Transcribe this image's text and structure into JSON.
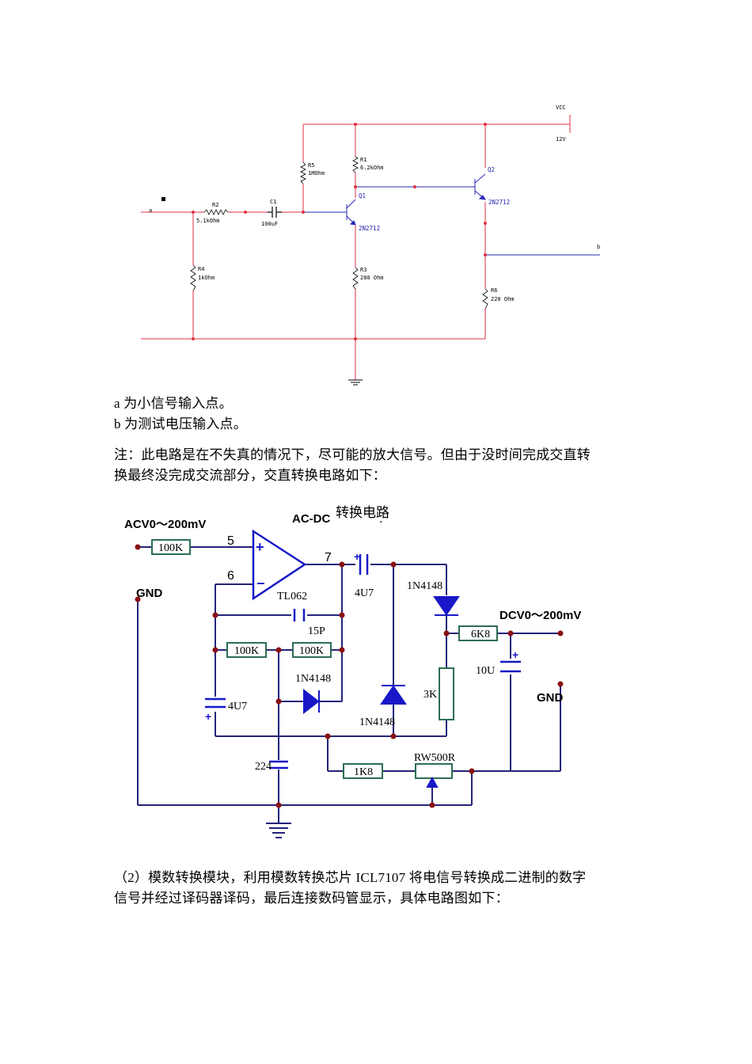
{
  "amplifier_schematic": {
    "nodes": {
      "a": "a",
      "b": "b"
    },
    "vcc": {
      "label": "VCC",
      "value": "12V"
    },
    "components": {
      "r5": {
        "ref": "R5",
        "value": "1MOhm"
      },
      "r1": {
        "ref": "R1",
        "value": "6.2kOhm"
      },
      "r2": {
        "ref": "R2",
        "value": "5.1kOhm"
      },
      "c1": {
        "ref": "C1",
        "value": "100uF"
      },
      "r4": {
        "ref": "R4",
        "value": "1kOhm"
      },
      "r3": {
        "ref": "R3",
        "value": "280 Ohm"
      },
      "r6": {
        "ref": "R6",
        "value": "220 Ohm"
      },
      "q1": {
        "ref": "Q1",
        "value": "2N2712"
      },
      "q2": {
        "ref": "Q2",
        "value": "2N2712"
      }
    },
    "colors": {
      "wire": "#e03040",
      "part": "#2828b8"
    }
  },
  "text": {
    "line_a": "a 为小信号输入点。",
    "line_b": "b 为测试电压输入点。",
    "note_1": "注：此电路是在不失真的情况下，尽可能的放大信号。但由于没时间完成交直转",
    "note_2": "换最终没完成交流部分，交直转换电路如下：",
    "section_1": "（2）模数转换模块，利用模数转换芯片 ICL7107 将电信号转换成二进制的数字",
    "section_2": "信号并经过译码器译码，最后连接数码管显示，具体电路图如下："
  },
  "acdc_schematic": {
    "title": "AC-DC",
    "title_cn": "转换电路",
    "title_dot": ".",
    "input_label": "ACV0～200mV",
    "output_label": "DCV0～200mV",
    "gnd_left": "GND",
    "gnd_right": "GND",
    "opamp": "TL062",
    "pin5": "5",
    "pin6": "6",
    "pin7": "7",
    "plus_sign": "+",
    "minus_sign": "−",
    "r_in": "100K",
    "r_fb1": "100K",
    "r_fb2": "100K",
    "c_15p": "15P",
    "c_4u7_out": "4U7",
    "c_4u7_left": "4U7",
    "d_top": "1N4148",
    "d_mid": "1N4148",
    "d_shunt": "1N4148",
    "r_6k8": "6K8",
    "c_10u": "10U",
    "r_3k": "3K",
    "c_224": "224",
    "r_1k8": "1K8",
    "pot": "RW500R",
    "colors": {
      "wire": "#24247a",
      "box": "#2d6e52",
      "dot": "#8a1010",
      "part": "#1818c8"
    }
  }
}
